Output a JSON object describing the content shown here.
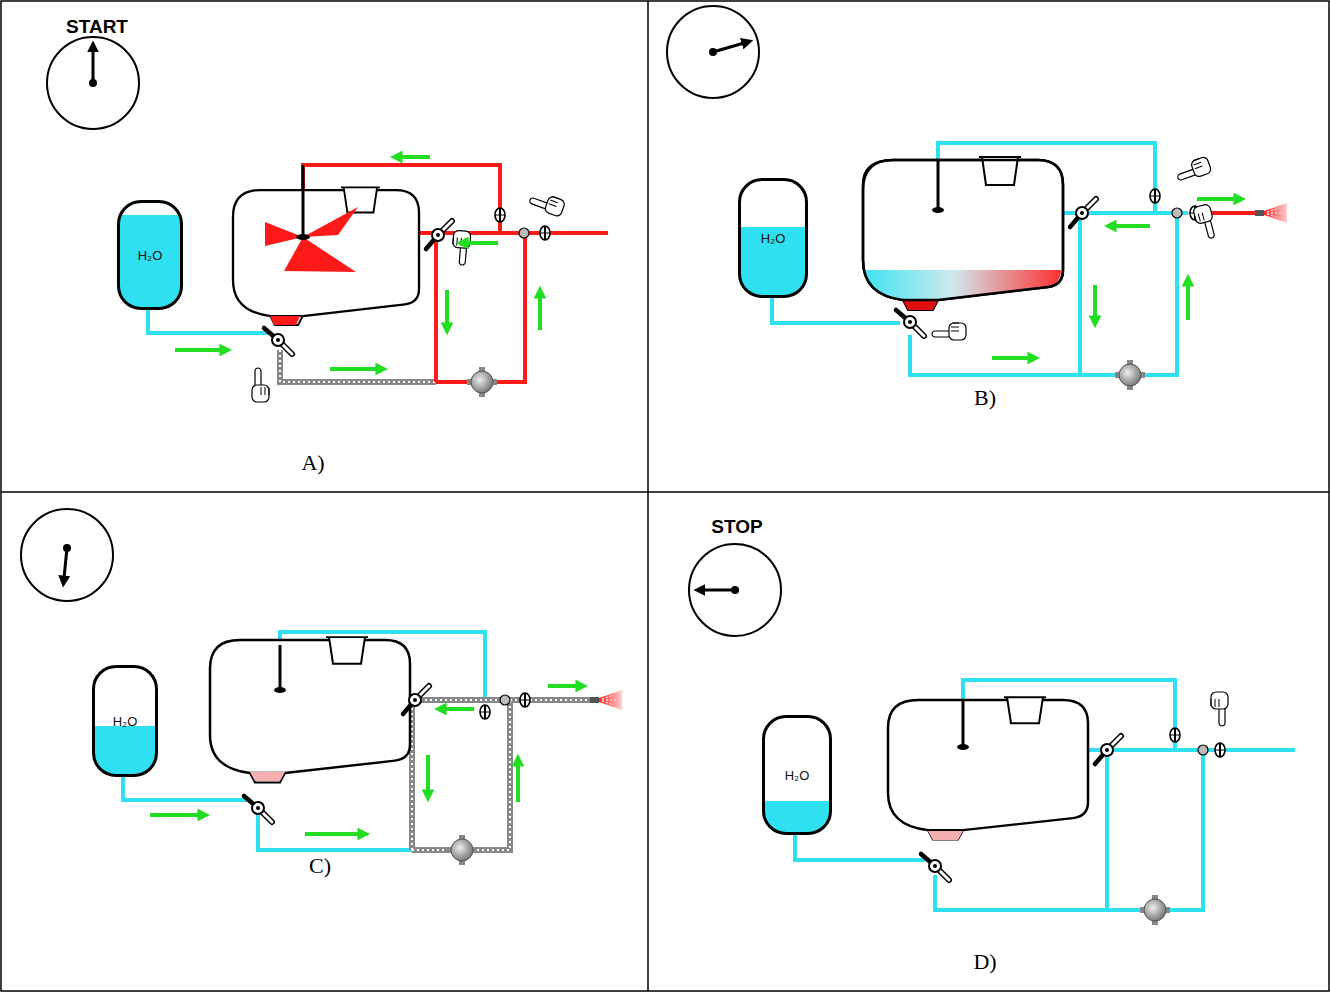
{
  "diagram": {
    "nodes": [
      {
        "text": [
          "H₂O"
        ]
      },
      {
        "text": [
          "H₂O"
        ]
      },
      {
        "text": [
          "H₂O"
        ]
      },
      {
        "text": [
          "H₂O"
        ]
      }
    ],
    "labels": [
      "START",
      "A)",
      "B)",
      "C)",
      "STOP",
      "D)"
    ]
  }
}
